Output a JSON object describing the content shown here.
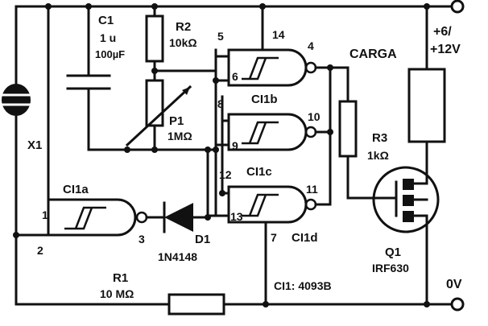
{
  "components": {
    "c1": {
      "name": "C1",
      "value": "1 u",
      "value2": "100µF"
    },
    "r2": {
      "name": "R2",
      "value": "10kΩ"
    },
    "p1": {
      "name": "P1",
      "value": "1MΩ"
    },
    "x1": {
      "name": "X1"
    },
    "ci1a": {
      "name": "CI1a",
      "pin_in": "1",
      "pin_in2": "2",
      "pin_out": "3"
    },
    "ci1b": {
      "name": "CI1b",
      "pin_in": "5",
      "pin_in2": "6",
      "pin_out": "4"
    },
    "ci1c": {
      "name": "CI1c",
      "pin_in": "8",
      "pin_in2": "9",
      "pin_out": "10"
    },
    "ci1d": {
      "name": "CI1d",
      "pin_in": "12",
      "pin_in2": "13",
      "pin_out": "11"
    },
    "d1": {
      "name": "D1",
      "value": "1N4148"
    },
    "r1": {
      "name": "R1",
      "value": "10 MΩ"
    },
    "r3": {
      "name": "R3",
      "value": "1kΩ"
    },
    "q1": {
      "name": "Q1",
      "value": "IRF630"
    },
    "load": {
      "name": "CARGA"
    },
    "ic_note": "CI1: 4093B",
    "pin14": "14",
    "pin7": "7"
  },
  "supply": {
    "v_plus_line1": "+6/",
    "v_plus_line2": "+12V",
    "gnd": "0V"
  }
}
